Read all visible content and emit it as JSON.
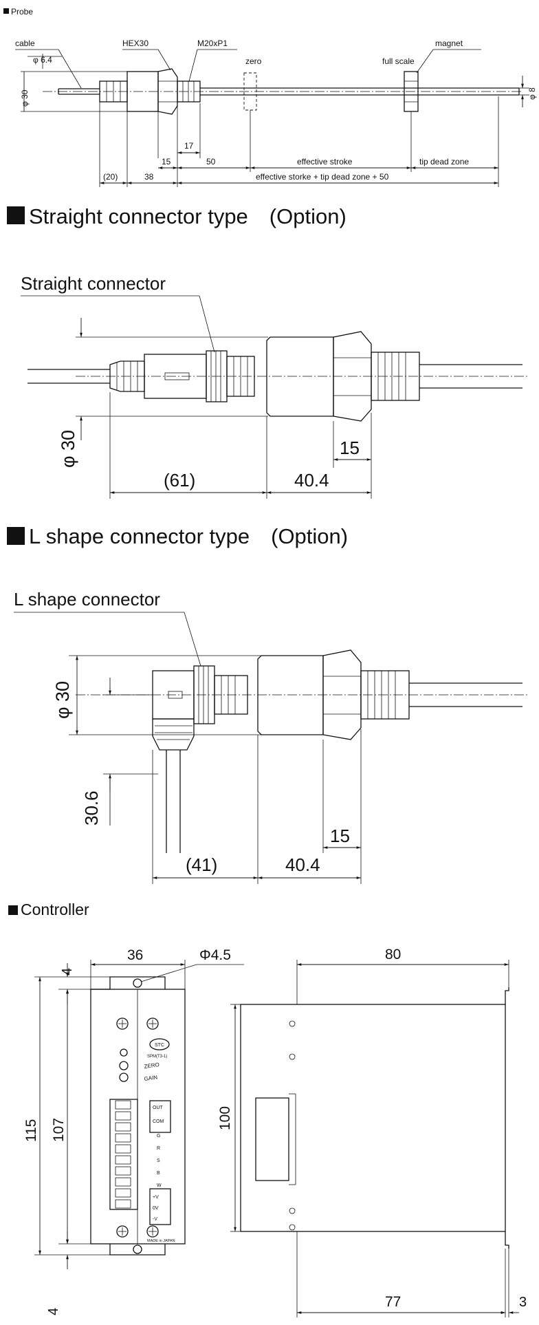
{
  "sections": {
    "probe": "Probe",
    "straight": "Straight connector type　(Option)",
    "lshape": "L shape connector type　(Option)",
    "controller": "Controller"
  },
  "probe": {
    "cable": "cable",
    "cable_dia": "φ 6.4",
    "body_dia": "φ 30",
    "hex": "HEX30",
    "thread": "M20xP1",
    "zero": "zero",
    "full_scale": "full scale",
    "magnet": "magnet",
    "rod_dia": "φ 8",
    "d17": "17",
    "d15": "15",
    "d50": "50",
    "effective_stroke": "effective stroke",
    "tip_dead_zone": "tip dead zone",
    "d20": "(20)",
    "d38": "38",
    "total": "effective storke + tip dead zone + 50"
  },
  "straight": {
    "label": "Straight connector",
    "dia": "φ 30",
    "d15": "15",
    "d61": "(61)",
    "d404": "40.4"
  },
  "lshape": {
    "label": "L shape connector",
    "dia": "φ 30",
    "d306": "30.6",
    "d15": "15",
    "d41": "(41)",
    "d404": "40.4"
  },
  "controller": {
    "w36": "36",
    "hole": "Φ4.5",
    "w80": "80",
    "h4_top": "4",
    "h115": "115",
    "h107": "107",
    "h4_bot": "4",
    "h100": "100",
    "w77": "77",
    "w3": "3",
    "stc": "STC",
    "model": "SPM(T3-1)",
    "zero": "ZERO",
    "gain": "GAIN",
    "terminals": [
      "OUT",
      "COM",
      "G",
      "R",
      "S",
      "B",
      "W",
      "+V",
      "0V",
      "-V"
    ],
    "made": "MADE in JAPAN"
  }
}
